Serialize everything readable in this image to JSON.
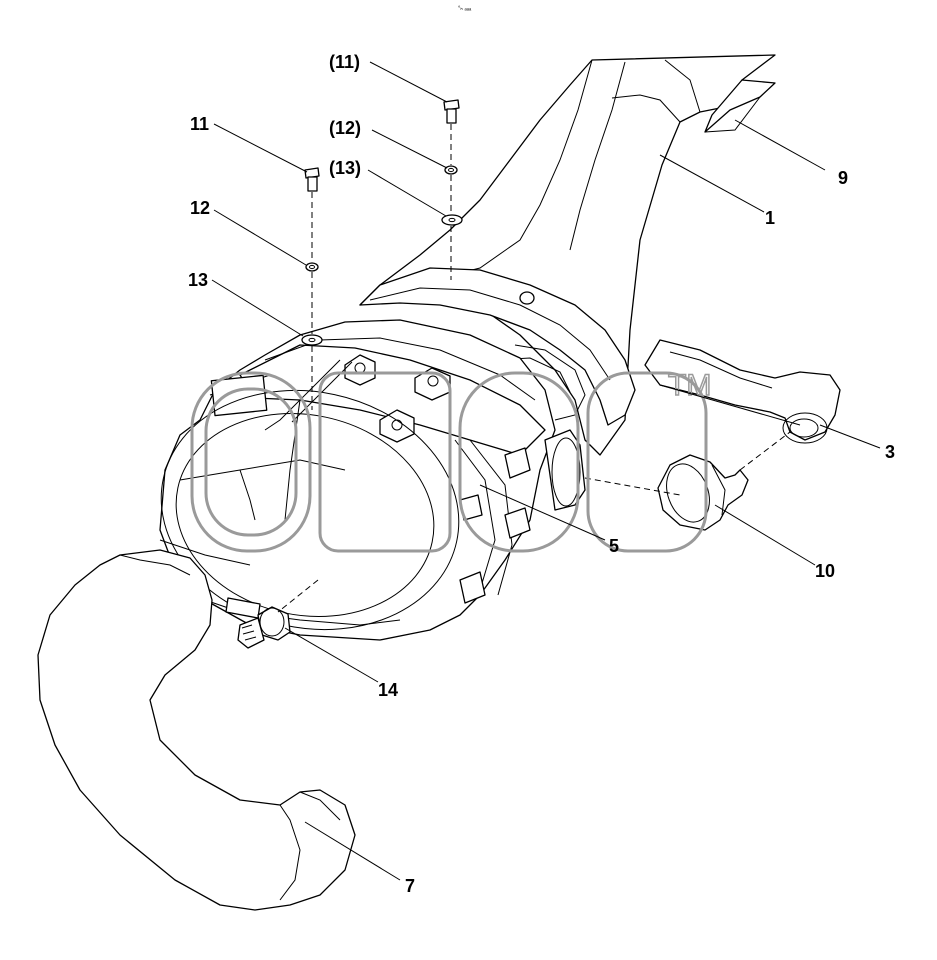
{
  "header_mark": "°ₕ ₐₐₐ",
  "watermark": {
    "text": "TM"
  },
  "callouts": {
    "c11_paren": "(11)",
    "c12_paren": "(12)",
    "c13_paren": "(13)",
    "c11": "11",
    "c12": "12",
    "c13": "13",
    "c9": "9",
    "c1": "1",
    "c3": "3",
    "c5": "5",
    "c10": "10",
    "c14": "14",
    "c7": "7"
  }
}
